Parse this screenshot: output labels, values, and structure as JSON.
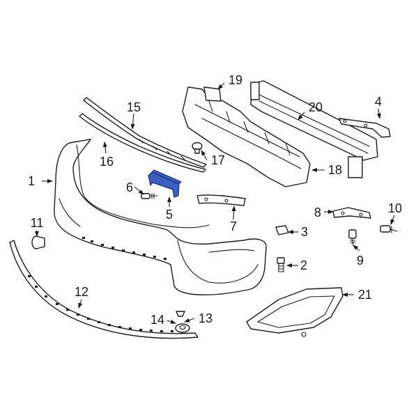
{
  "diagram": {
    "highlight_color": "#3b5fc0",
    "line_color": "#1a1a1a",
    "background": "#ffffff",
    "callouts": [
      {
        "id": "c1",
        "label": "1"
      },
      {
        "id": "c2",
        "label": "2"
      },
      {
        "id": "c3",
        "label": "3"
      },
      {
        "id": "c4",
        "label": "4"
      },
      {
        "id": "c5",
        "label": "5"
      },
      {
        "id": "c6",
        "label": "6"
      },
      {
        "id": "c7",
        "label": "7"
      },
      {
        "id": "c8",
        "label": "8"
      },
      {
        "id": "c9",
        "label": "9"
      },
      {
        "id": "c10",
        "label": "10"
      },
      {
        "id": "c11",
        "label": "11"
      },
      {
        "id": "c12",
        "label": "12"
      },
      {
        "id": "c13",
        "label": "13"
      },
      {
        "id": "c14",
        "label": "14"
      },
      {
        "id": "c15",
        "label": "15"
      },
      {
        "id": "c16",
        "label": "16"
      },
      {
        "id": "c17",
        "label": "17"
      },
      {
        "id": "c18",
        "label": "18"
      },
      {
        "id": "c19",
        "label": "19"
      },
      {
        "id": "c20",
        "label": "20"
      },
      {
        "id": "c21",
        "label": "21"
      }
    ],
    "highlighted_part": "5"
  }
}
